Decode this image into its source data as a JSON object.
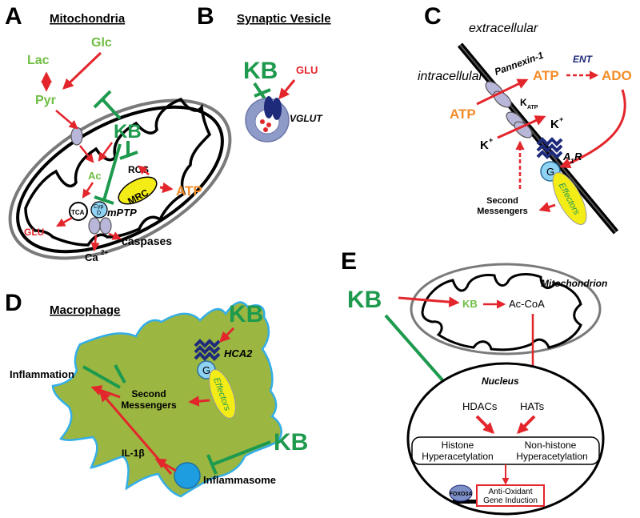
{
  "panels": {
    "a": "A",
    "b": "B",
    "c": "C",
    "d": "D",
    "e": "E"
  },
  "panel_a": {
    "title": "Mitochondria",
    "lac": "Lac",
    "glc": "Glc",
    "pyr": "Pyr",
    "kb": "KB",
    "ac": "Ac",
    "ros": "ROS",
    "tca": "TCA",
    "mrc": "MRC",
    "atp": "ATP",
    "glu": "GLU",
    "cypd_1": "Cyp",
    "cypd_2": "D",
    "mptp": "mPTP",
    "caspases": "caspases",
    "ca": "Ca",
    "ca_sup": "2+"
  },
  "panel_b": {
    "title": "Synaptic Vesicle",
    "kb": "KB",
    "glu": "GLU",
    "vglut": "VGLUT"
  },
  "panel_c": {
    "extracellular": "extracellular",
    "intracellular": "intracellular",
    "pannexin": "Pannexin-1",
    "atp_out": "ATP",
    "ent": "ENT",
    "ado": "ADO",
    "atp_in": "ATP",
    "katp": "K",
    "katp_sub": "ATP",
    "k_out": "K",
    "k_in": "K",
    "plus": "+",
    "a1r": "A",
    "a1r_sub": "1",
    "a1r_r": "R",
    "g": "G",
    "effectors": "Effectors",
    "second_1": "Second",
    "second_2": "Messengers"
  },
  "panel_d": {
    "title": "Macrophage",
    "kb_top": "KB",
    "kb_bottom": "KB",
    "hca2": "HCA2",
    "g": "G",
    "effectors": "Effectors",
    "inflammation": "Inflammation",
    "second_1": "Second",
    "second_2": "Messengers",
    "il1b": "IL-1β",
    "inflammasome": "Inflammasome"
  },
  "panel_e": {
    "kb": "KB",
    "mitochondrion": "Mitochondrion",
    "kb_inner": "KB",
    "acoa": "Ac-CoA",
    "nucleus": "Nucleus",
    "hdacs": "HDACs",
    "hats": "HATs",
    "histone_1": "Histone",
    "histone_2": "Hyperacetylation",
    "nonhistone_1": "Non-histone",
    "nonhistone_2": "Hyperacetylation",
    "foxo3a": "FOXO3A",
    "antiox_1": "Anti-Oxidant",
    "antiox_2": "Gene Induction"
  },
  "colors": {
    "green_kb": "#1e9a4e",
    "light_green": "#6fbe44",
    "orange": "#f28c28",
    "red": "#e3262c",
    "macrophage_fill": "#9bb641",
    "macrophage_edge": "#33aee8",
    "vesicle": "#8e9bc9",
    "receptor": "#1e2a7a",
    "effectors": "#f4ec17",
    "g_protein": "#8fd3f4",
    "inflammasome": "#1e9ee0",
    "channel": "#b9b7d9"
  }
}
